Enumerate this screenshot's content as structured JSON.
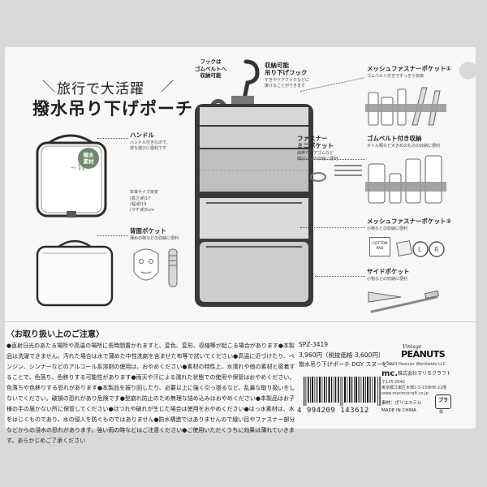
{
  "title": {
    "sub": "旅行で大活躍",
    "main": "撥水吊り下げポーチ"
  },
  "hook": {
    "label": "フックは\nゴムベルトへ\n収納可能"
  },
  "hanging_hook": {
    "title": "収納可能\n吊り下げフック",
    "desc": "すきやドアフックなどに\n掛けることができます"
  },
  "mesh_pocket_1": {
    "title": "メッシュファスナーポケット①",
    "desc": "ゴムベルト付きですっきり収納"
  },
  "fastener_mini": {
    "title": "ファスナー\nミニポケット",
    "desc": "綿棒やヘアゴムなど\n細かい物の収納に便利"
  },
  "rubber_belt": {
    "title": "ゴムベルト付き収納",
    "desc": "ボトル類など大きめのものの収納に便利"
  },
  "mesh_pocket_2": {
    "title": "メッシュファスナーポケット②",
    "desc": "小物などの収納に便利"
  },
  "side_pocket": {
    "title": "サイドポケット",
    "desc": "小物などの収納に便利"
  },
  "handle": {
    "title": "ハンドル",
    "desc": "ハンドル付きなので、\n持ち運びに便利です"
  },
  "badge": {
    "text": "撥水\n素材"
  },
  "size": {
    "title": "本体サイズ目安",
    "lines": "(高さ)約17\n(幅)約19\n(マチ)約5cm"
  },
  "back_pocket": {
    "title": "背面ポケット",
    "desc": "薄めの物などの収納に便利"
  },
  "cotton_pad": "COTTON\nPAD",
  "handling": {
    "title": "〈お取り扱い上のご注意〉",
    "text": "●直射日光のあたる場所や高温の場所に長時間置かれますと、変色、変形、収縮等が起こる場合があります●本製品は洗濯できません。汚れた場合は水で薄めた中性洗剤を含ませた布等で拭いてください●高温に近づけたり、ベンジン、シンナーなどのアルコール系溶剤の使用は、おやめください●素材の特性上、水濡れや他の素材と密着することで、色落ち、色移りする可能性があります●雨天や汗による濡れた状態での使用や保管はおやめください。色落ちや色移りする恐れがあります●本製品を振り回したり、必要以上に強く引っ張るなど、乱暴な取り扱いをしないでください。破損の恐れがあり危険です●型崩れ防止のため無理な詰め込みはおやめください●本製品はお子様の手の届かない所に保管してください●ほつれや破れが生じた場合は使用をおやめください●はっ水素材は、水をはじくものであり、水の侵入を防ぐものではありません●防水構造ではありませんので縫い目やファスナー部分などからの浸水の恐れがあります。強い雨の時などはご注意ください●ご使用いただくうちに効果は薄れていきます。あらかじめご了承ください"
  },
  "product": {
    "code": "SPZ-3419",
    "price": "3,960円（税抜価格 3,600円）",
    "name": "撥水吊り下げポーチ DGY スヌーピー",
    "barcode": "4 994209 143612"
  },
  "peanuts": {
    "vintage": "Vintage",
    "name": "PEANUTS",
    "copyright": "© 2024 Peanuts Worldwide LLC"
  },
  "company": {
    "logo": "mc.",
    "name": "株式会社マリモクラフト",
    "postal": "〒135-0042",
    "address": "東京都江東区木場1-5-15NH8-21階",
    "web": "www.marimocraft.co.jp",
    "material": "素材：ポリエステル",
    "origin": "MADE IN CHINA"
  },
  "recycle": {
    "label": "プラ",
    "sub": "袋"
  },
  "colors": {
    "accent_gray": "#8e8e8e",
    "pouch_dark": "#3a3a3a",
    "green": "#6e8a6e"
  }
}
